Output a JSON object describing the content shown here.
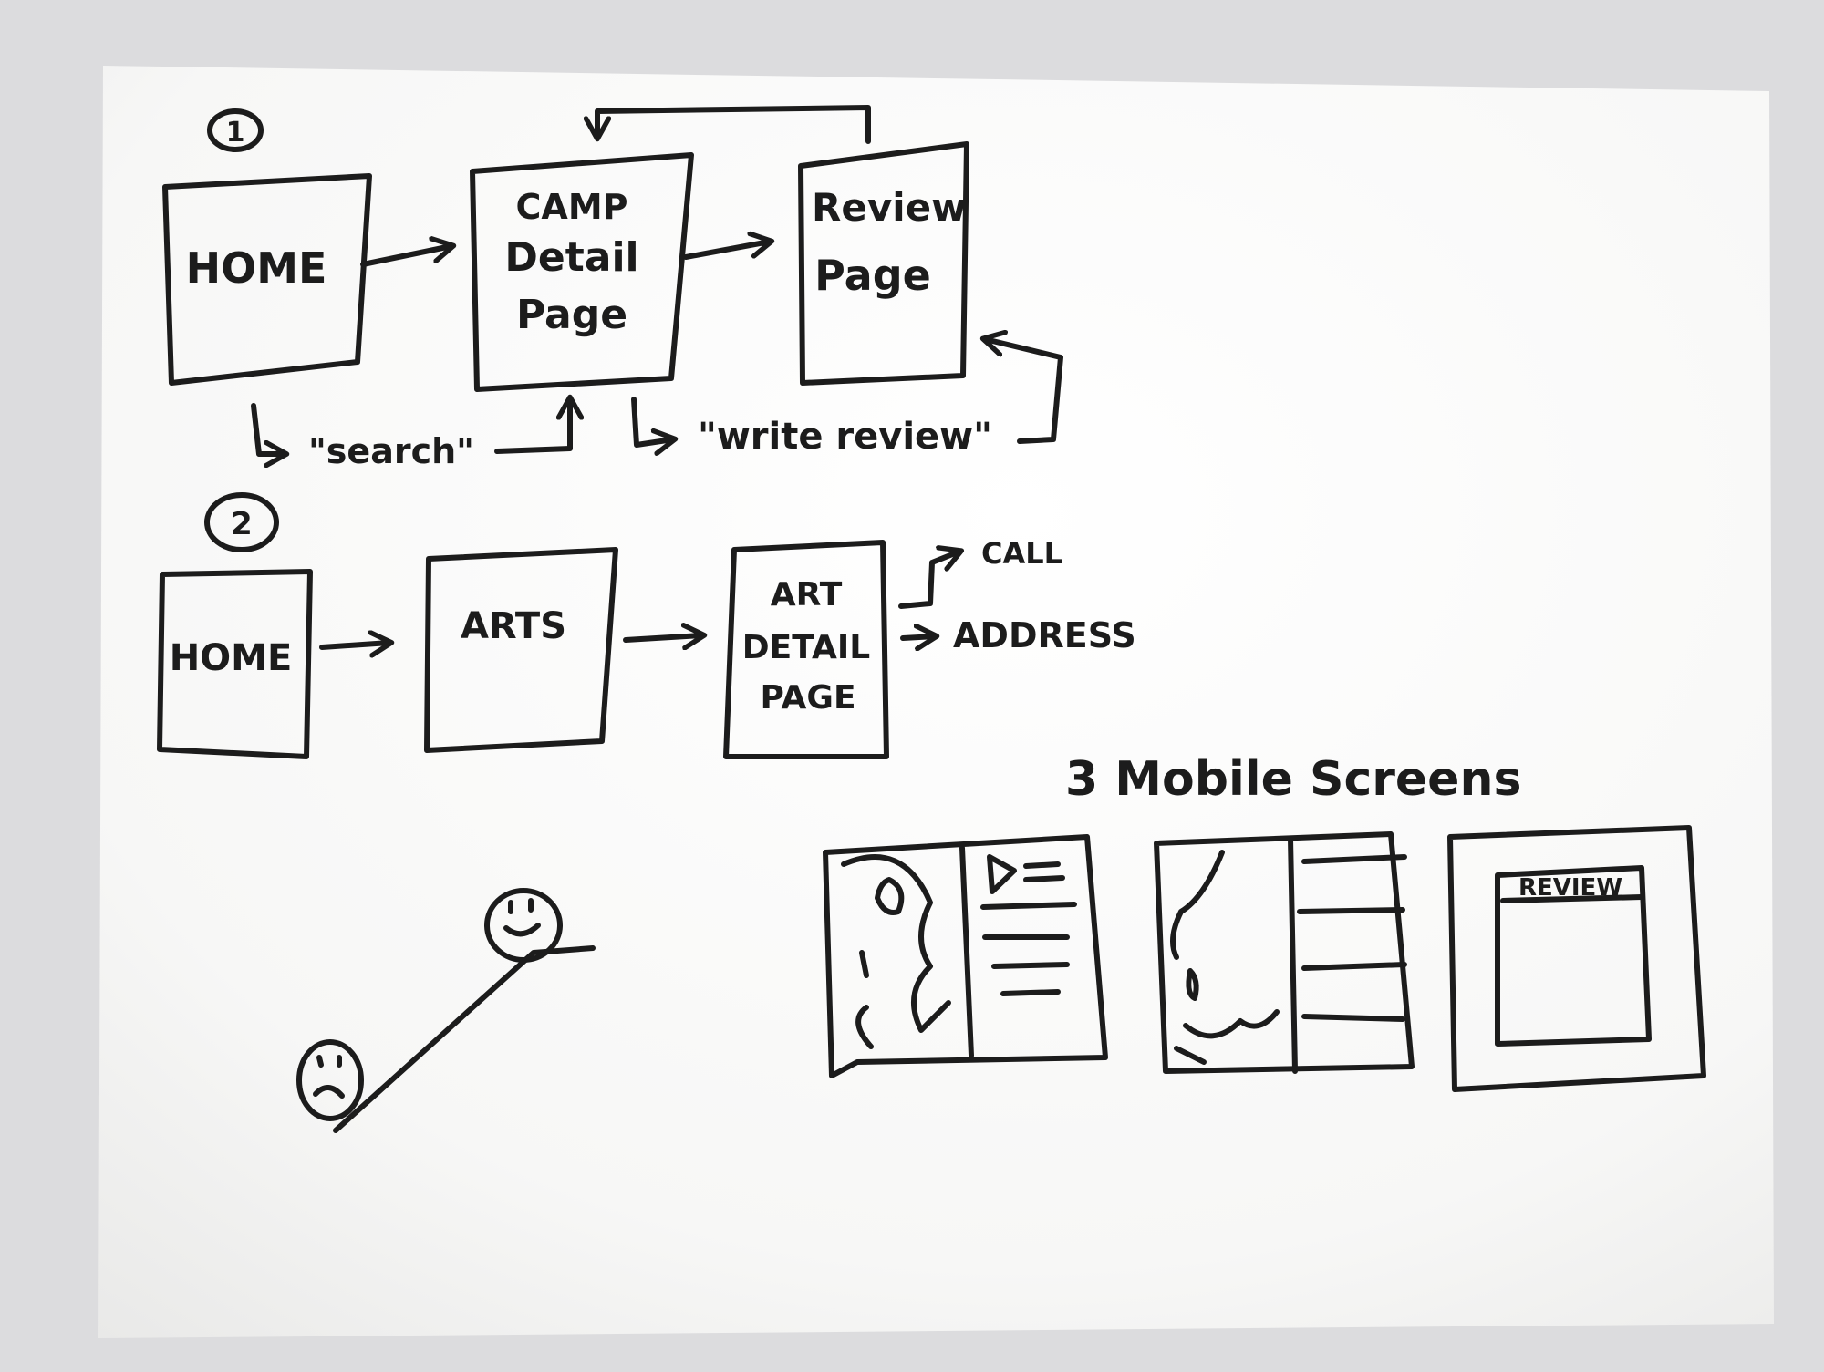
{
  "flow1": {
    "marker": "1",
    "home": "HOME",
    "camp_lines": [
      "CAMP",
      "Detail",
      "Page"
    ],
    "review_lines": [
      "Review",
      "Page"
    ],
    "search_label": "\"search\"",
    "write_review_label": "\"write review\""
  },
  "flow2": {
    "marker": "2",
    "home": "HOME",
    "arts": "ARTS",
    "art_detail_lines": [
      "ART",
      "DETAIL",
      "PAGE"
    ],
    "call_label": "CALL",
    "address_label": "ADDRESS"
  },
  "mobile": {
    "heading": "3 Mobile Screens",
    "review_header": "REVIEW"
  }
}
